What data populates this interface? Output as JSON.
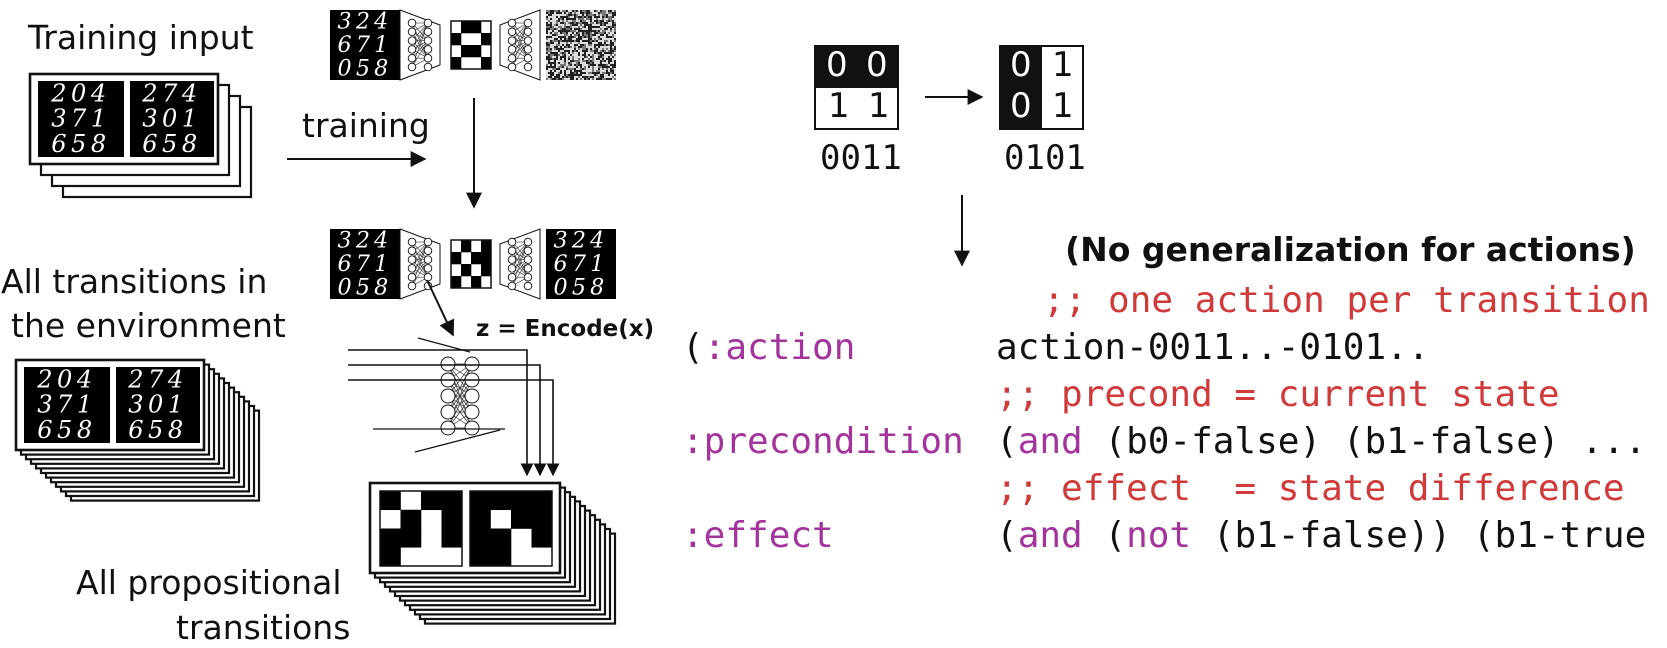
{
  "labels": {
    "training_input": "Training input",
    "training": "training",
    "all_transitions_line1": "All transitions in",
    "all_transitions_line2": "the environment",
    "encode": "z = Encode(x)",
    "all_prop_line1": "All propositional",
    "all_prop_line2": "transitions"
  },
  "mnist_examples": {
    "stack_a": [
      "204",
      "371",
      "658"
    ],
    "stack_b": [
      "274",
      "301",
      "658"
    ],
    "autoencoder_input": [
      "324",
      "671",
      "058"
    ],
    "autoencoder_output": [
      "324",
      "671",
      "058"
    ]
  },
  "state_example": {
    "before_bits": [
      "0",
      "0",
      "1",
      "1"
    ],
    "after_bits": [
      "0",
      "1",
      "0",
      "1"
    ],
    "before_code": "0011",
    "after_code": "0101"
  },
  "pddl": {
    "heading": "(No generalization for actions)",
    "comment_action": ";; one action per transition",
    "kw_action": ":action",
    "action_open_paren": "(",
    "action_name": "action-0011..-0101..",
    "comment_precond": ";; precond = current state",
    "kw_precondition": ":precondition",
    "pre_open": "(",
    "pre_and": "and",
    "pre_rest": " (b0-false) (b1-false) ...",
    "comment_effect": ";; effect  = state difference",
    "kw_effect": ":effect",
    "eff_open": "(",
    "eff_and": "and",
    "eff_mid": " (",
    "eff_not": "not",
    "eff_rest": " (b1-false)) (b1-true"
  },
  "colors": {
    "comment": "#d03a3a",
    "keyword": "#a3349b",
    "ink": "#111111"
  }
}
